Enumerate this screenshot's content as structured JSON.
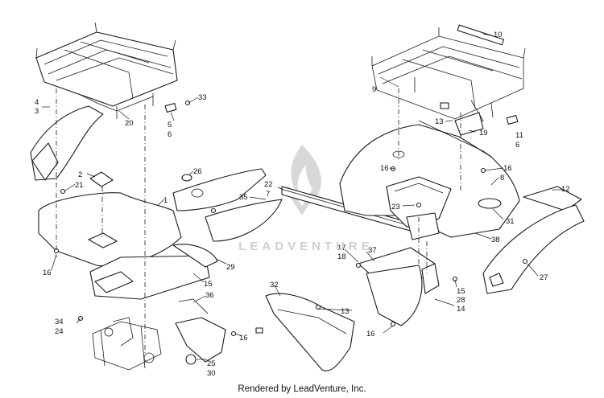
{
  "watermark": {
    "text": "LEADVENTURE"
  },
  "footer": {
    "credit": "Rendered by LeadVenture, Inc."
  },
  "callouts": {
    "c1": "1",
    "c2": "2",
    "c3": "3",
    "c4": "4",
    "c5": "5",
    "c6": "6",
    "c6b": "6",
    "c7": "7",
    "c8": "8",
    "c9": "9",
    "c10": "10",
    "c11": "11",
    "c12": "12",
    "c13": "13",
    "c13b": "13",
    "c14": "14",
    "c15": "15",
    "c15b": "15",
    "c16": "16",
    "c16b": "16",
    "c16c": "16",
    "c16d": "16",
    "c16e": "16",
    "c17": "17",
    "c18": "18",
    "c19": "19",
    "c20": "20",
    "c21": "21",
    "c22": "22",
    "c23": "23",
    "c24": "24",
    "c25": "25",
    "c26": "26",
    "c27": "27",
    "c28": "28",
    "c29": "29",
    "c30": "30",
    "c31": "31",
    "c32": "32",
    "c33": "33",
    "c34": "34",
    "c35": "35",
    "c36": "36",
    "c37": "37",
    "c38": "38"
  }
}
